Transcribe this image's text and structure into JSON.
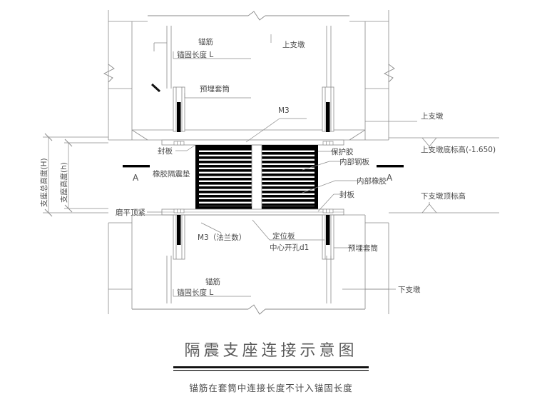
{
  "drawing": {
    "title": "隔震支座连接示意图",
    "subtitle": "锚筋在套筒中连接长度不计入锚固长度"
  },
  "labels": {
    "anchor_bar_top": "锚筋",
    "anchor_len_top": "锚固长度 L",
    "upper_pier_top": "上支墩",
    "embedded_sleeve_top": "预埋套筒",
    "m3_top": "M3",
    "upper_pier_right": "上支墩",
    "upper_pier_bottom_elev": "上支墩底标高(-1.650)",
    "seal_plate_left": "封板",
    "rubber_isolator": "橡胶隔震垫",
    "protective_rubber": "保护胶",
    "inner_steel_plate": "内部钢板",
    "inner_rubber": "内部橡胶",
    "seal_plate_right": "封板",
    "lower_pier_top_elev": "下支墩顶标高",
    "grind_flat": "磨平顶紧",
    "m3_flange": "M3（法兰数）",
    "locating_plate": "定位板",
    "center_hole": "中心开孔d1",
    "embedded_sleeve_bottom": "预埋套筒",
    "anchor_bar_bottom": "锚筋",
    "anchor_len_bottom": "锚固长度 L",
    "lower_pier_bottom": "下支墩",
    "section_mark_left": "A",
    "section_mark_right": "A",
    "dim_total_height": "支座总高度(H)",
    "dim_bearing_height": "支座高度(h)"
  },
  "colors": {
    "line": "#8a8a8a",
    "line_dark": "#000000",
    "text": "#4a4a4a",
    "background": "#ffffff"
  },
  "bearing": {
    "steel_layer_count": 15,
    "note_type": "laminated-rubber-bearing"
  }
}
